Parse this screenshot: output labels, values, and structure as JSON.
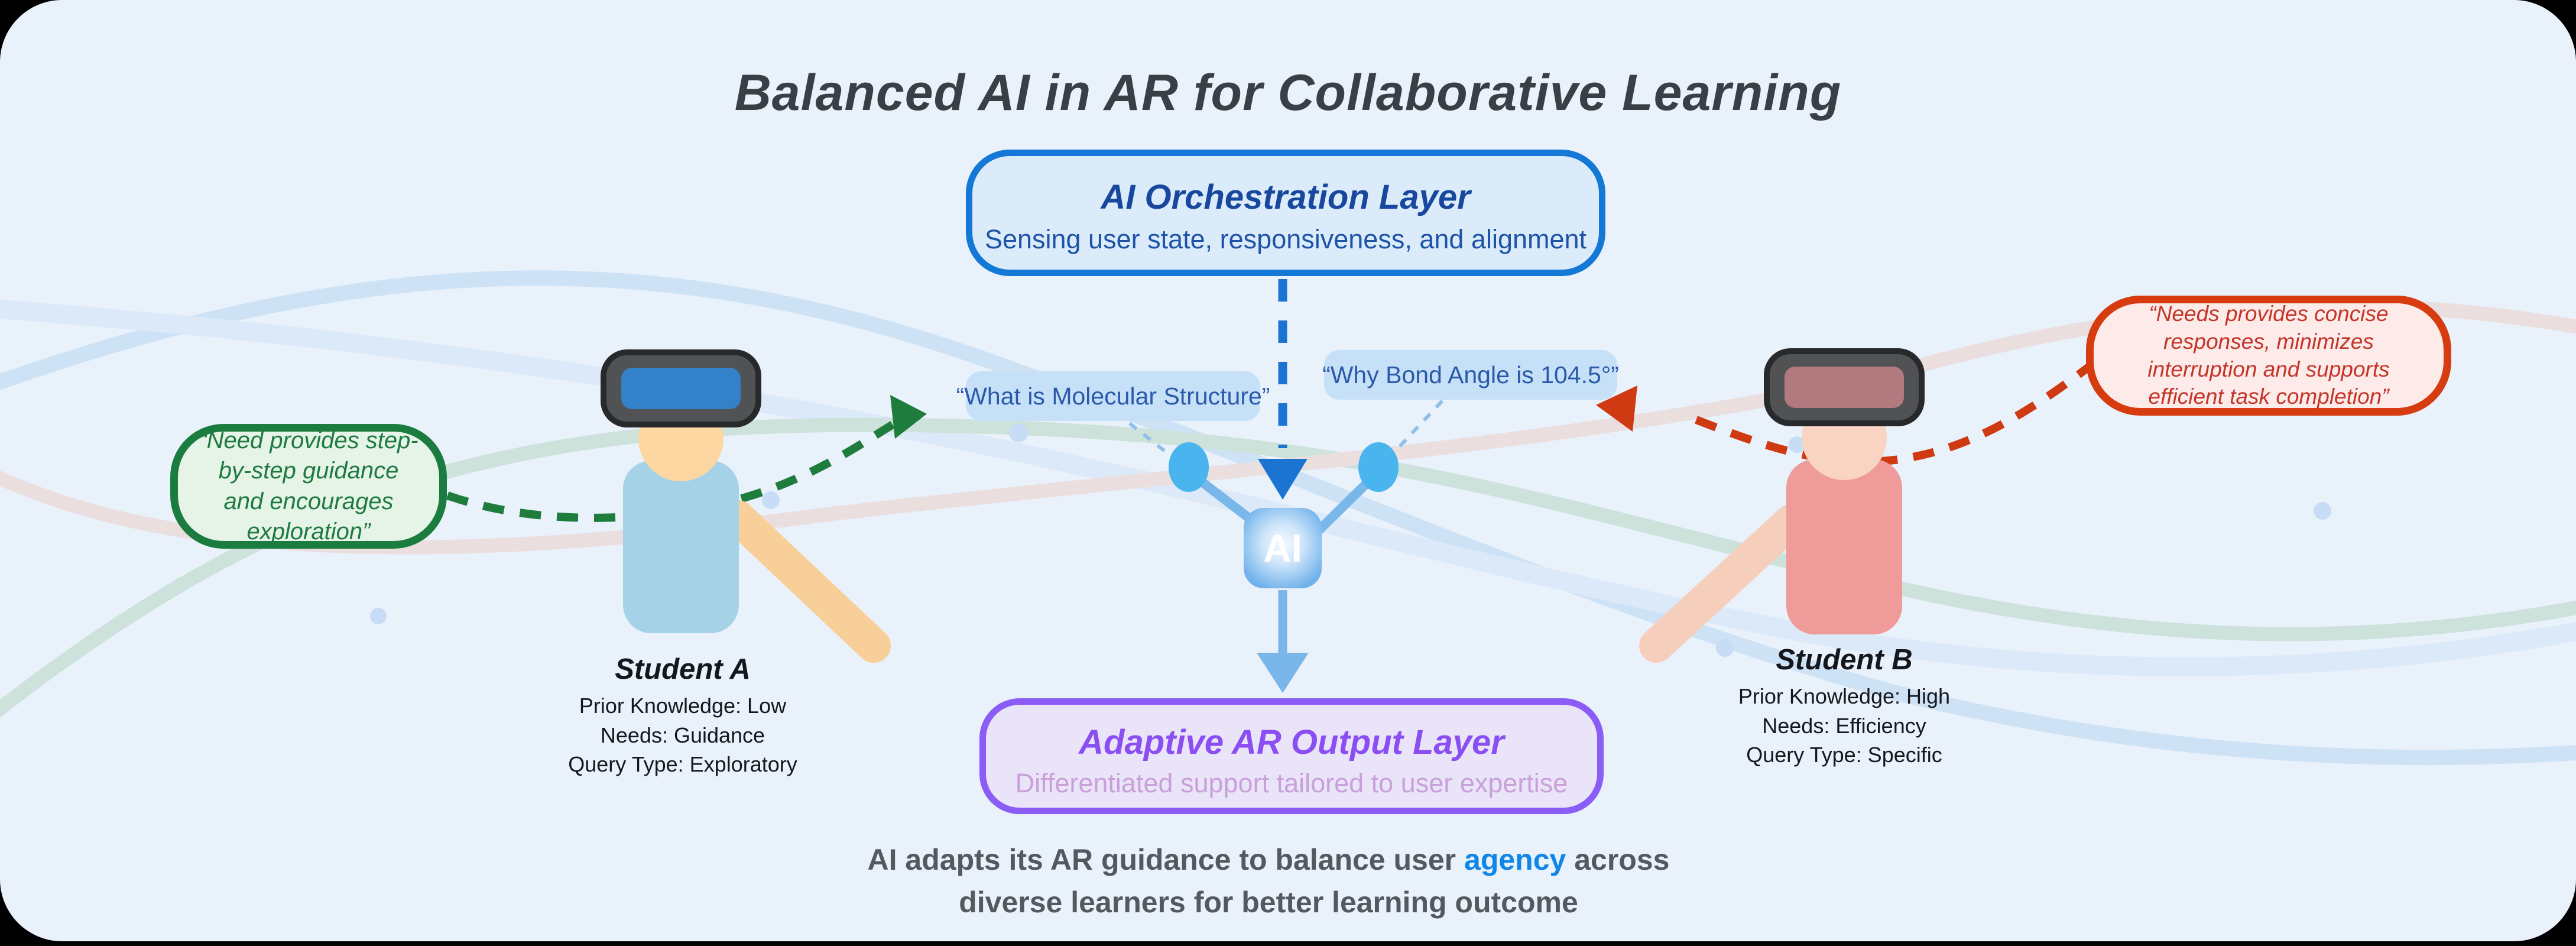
{
  "title": "Balanced AI in AR for Collaborative Learning",
  "orchestration_box": {
    "title": "AI Orchestration Layer",
    "subtitle": "Sensing user state, responsiveness, and alignment"
  },
  "output_box": {
    "title": "Adaptive AR Output Layer",
    "subtitle": "Differentiated support tailored to user expertise"
  },
  "queries": {
    "left": "“What is Molecular Structure”",
    "right": "“Why Bond Angle is 104.5°”"
  },
  "ai_node": {
    "label": "AI"
  },
  "student_a": {
    "name": "Student A",
    "prior_knowledge": "Prior Knowledge: Low",
    "needs": "Needs: Guidance",
    "query_type": "Query Type: Exploratory",
    "quote": "“Need provides step-by-step guidance and encourages exploration”"
  },
  "student_b": {
    "name": "Student B",
    "prior_knowledge": "Prior Knowledge: High",
    "needs": "Needs: Efficiency",
    "query_type": "Query Type: Specific",
    "quote": "“Needs provides concise responses, minimizes interruption and supports efficient task completion”"
  },
  "caption": {
    "line1_pre": "AI adapts its AR guidance to balance user ",
    "line1_highlight": "agency",
    "line1_post": " across",
    "line2": "diverse learners for better learning outcome"
  },
  "colors": {
    "canvas_bg": "#e9f1fb",
    "orchestration_border": "#1478d6",
    "output_border": "#8b5cf6",
    "quote_a_border": "#1a7c3e",
    "quote_b_border": "#d63c10",
    "query_bubble_bg": "#c6e0f7",
    "agency_highlight": "#1086e8",
    "ai_arrow_blue": "#1b74d1",
    "soft_blue": "#79b6e9"
  }
}
